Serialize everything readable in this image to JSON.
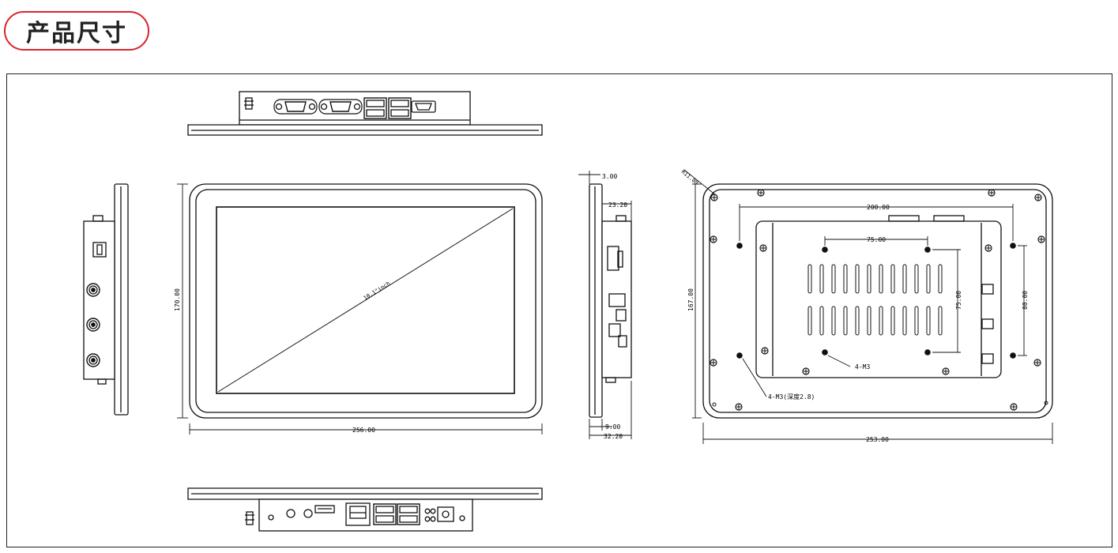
{
  "header": {
    "title": "产品尺寸"
  },
  "labels": {
    "diagonal": "10.1\"inch",
    "front_width": "256.00",
    "front_height": "170.00",
    "side_top": "3.00",
    "side_depth": "23.20",
    "side_bottom": "9.00",
    "side_total": "32.20",
    "corner_radius": "R11.00",
    "rear_hole_span": "200.00",
    "rear_vesa_w": "75.00",
    "rear_vesa_h": "75.00",
    "rear_right_span": "80.00",
    "rear_height": "167.00",
    "rear_width": "253.00",
    "vesa_holes": "4-M3",
    "mount_holes": "4-M3(深度2.8)"
  },
  "colors": {
    "accent": "#d9242b",
    "line": "#1a1a1a"
  }
}
